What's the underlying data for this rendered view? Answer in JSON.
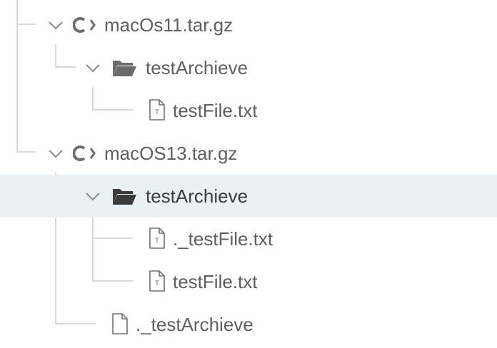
{
  "tree": {
    "items": [
      {
        "label": "macOs11.tar.gz",
        "icon": "archive-icon",
        "expanded": true
      },
      {
        "label": "testArchieve",
        "icon": "folder-open-icon",
        "expanded": true
      },
      {
        "label": "testFile.txt",
        "icon": "text-file-icon"
      },
      {
        "label": "macOS13.tar.gz",
        "icon": "archive-icon",
        "expanded": true
      },
      {
        "label": "testArchieve",
        "icon": "folder-open-icon",
        "expanded": true,
        "selected": true
      },
      {
        "label": "._testFile.txt",
        "icon": "text-file-icon"
      },
      {
        "label": "testFile.txt",
        "icon": "text-file-icon"
      },
      {
        "label": "._testArchieve",
        "icon": "file-icon"
      }
    ]
  },
  "colors": {
    "selection": "#e9f1f4",
    "text": "#5f5f5f",
    "guide": "#d9d9d9",
    "icon": "#707070"
  }
}
